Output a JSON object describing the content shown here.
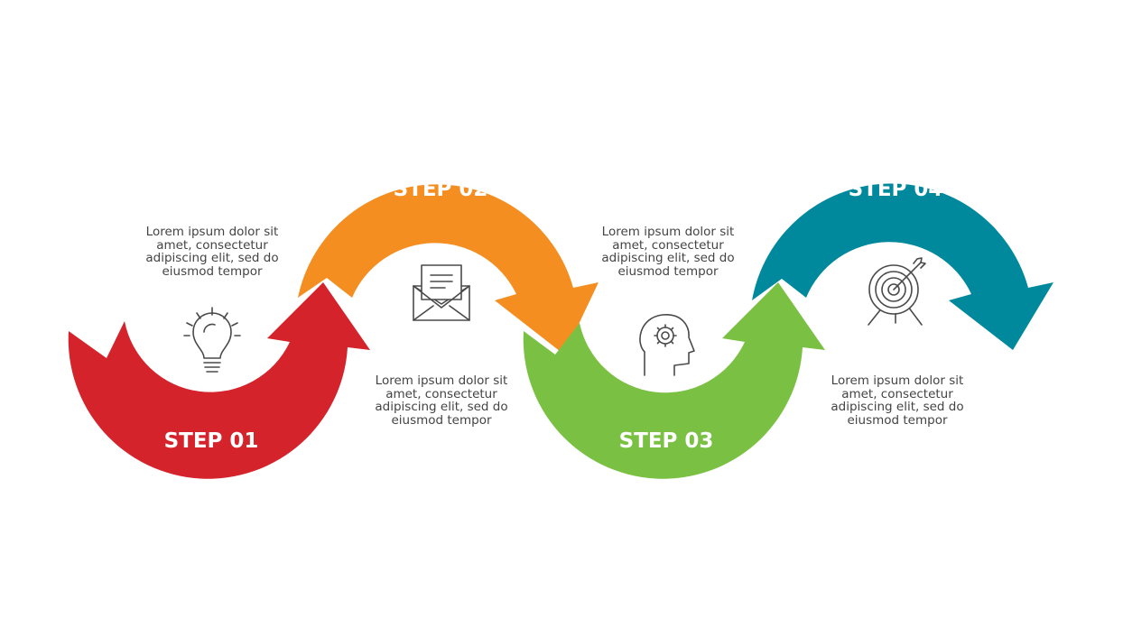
{
  "colors": {
    "step1": "#D4232B",
    "step2": "#F48E21",
    "step3": "#7AC143",
    "step4": "#00899D",
    "text": "#444444",
    "icon": "#4a4a4a"
  },
  "steps": [
    {
      "label": "STEP 01",
      "icon": "lightbulb-icon",
      "description": "Lorem ipsum dolor sit amet, consectetur adipiscing elit, sed do eiusmod tempor"
    },
    {
      "label": "STEP 02",
      "icon": "envelope-icon",
      "description": "Lorem ipsum dolor sit amet, consectetur adipiscing elit, sed do eiusmod tempor"
    },
    {
      "label": "STEP 03",
      "icon": "head-gear-icon",
      "description": "Lorem ipsum dolor sit amet, consectetur adipiscing elit, sed do eiusmod tempor"
    },
    {
      "label": "STEP 04",
      "icon": "target-icon",
      "description": "Lorem ipsum dolor sit amet, consectetur adipiscing elit, sed do eiusmod tempor"
    }
  ]
}
